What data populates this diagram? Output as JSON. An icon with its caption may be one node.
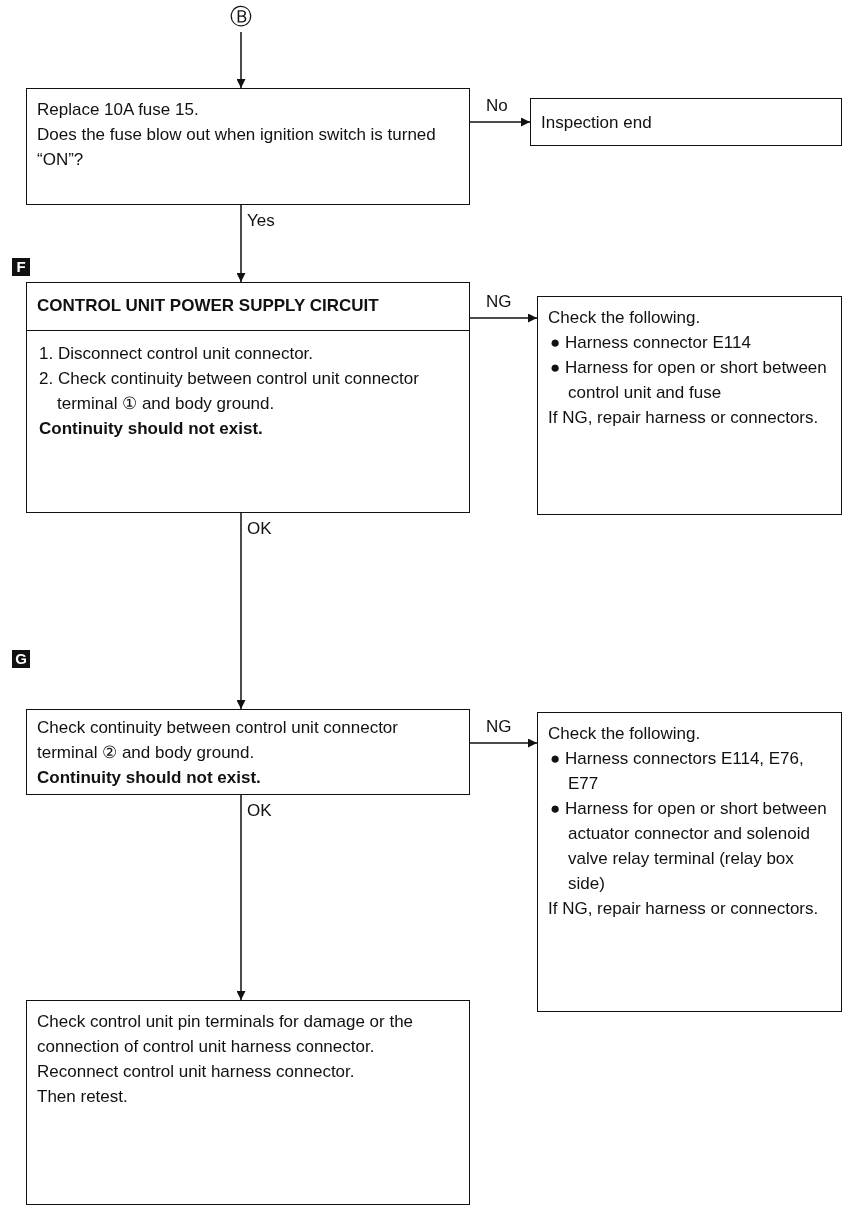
{
  "diagram": {
    "nodes": [
      {
        "text": [
          "Ⓑ"
        ]
      },
      {
        "text": [
          "Replace 10A fuse 15.",
          "Does the fuse blow out when ignition switch is turned “ON”?"
        ]
      },
      {
        "text": [
          "Inspection end"
        ]
      },
      {
        "text": [
          "CONTROL UNIT POWER SUPPLY CIRCUIT",
          "1. Disconnect control unit connector.",
          "2. Check continuity between control unit connector terminal ① and body ground.",
          "Continuity should not exist."
        ]
      },
      {
        "text": [
          "Check the following.",
          "● Harness connector E114",
          "● Harness for open or short between control unit and fuse",
          "If NG, repair harness or connectors."
        ]
      },
      {
        "text": [
          "Check continuity between control unit connector terminal ② and body ground.",
          "Continuity should not exist."
        ]
      },
      {
        "text": [
          "Check the following.",
          "● Harness connectors E114, E76, E77",
          "● Harness for open or short between actuator connector and solenoid valve relay terminal (relay box side)",
          "If NG, repair harness or connectors."
        ]
      },
      {
        "text": [
          "Check control unit pin terminals for damage or the connection of control unit harness connector.",
          "Reconnect control unit harness connector.",
          "Then retest."
        ]
      }
    ],
    "edges": [
      {
        "from": 0,
        "to": 1,
        "arrow": "to"
      },
      {
        "from": 1,
        "to": 2,
        "arrow": "to",
        "label": "No"
      },
      {
        "from": 1,
        "to": 3,
        "arrow": "to",
        "label": "Yes"
      },
      {
        "from": 3,
        "to": 4,
        "arrow": "to",
        "label": "NG"
      },
      {
        "from": 3,
        "to": 5,
        "arrow": "to",
        "label": "OK"
      },
      {
        "from": 5,
        "to": 6,
        "arrow": "to",
        "label": "NG"
      },
      {
        "from": 5,
        "to": 7,
        "arrow": "to",
        "label": "OK"
      }
    ],
    "labels": [
      "F",
      "G"
    ]
  }
}
